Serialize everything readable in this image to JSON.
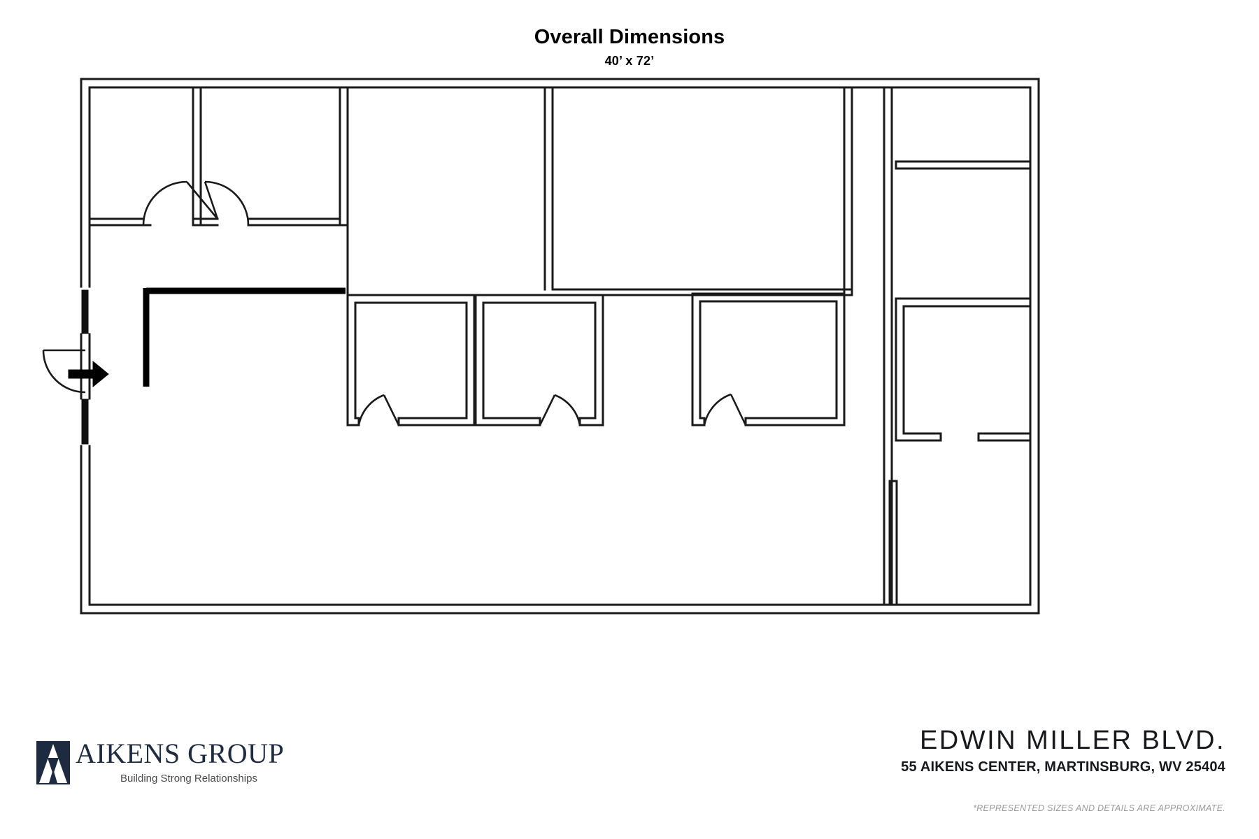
{
  "header": {
    "title": "Overall Dimensions",
    "dimensions": "40’ x 72’"
  },
  "plan": {
    "overall_width_ft": 72,
    "overall_depth_ft": 40,
    "entrance_label": "entrance-arrow",
    "line_color": "#1a1a1a",
    "fill_color": "#ffffff",
    "accent_color": "#000000"
  },
  "logo": {
    "name": "AIKENS GROUP",
    "tagline": "Building Strong Relationships",
    "mark_color": "#1d2a3f",
    "text_color": "#1d2a3f"
  },
  "address": {
    "street": "EDWIN MILLER BLVD.",
    "city_line": "55 AIKENS CENTER, MARTINSBURG, WV 25404",
    "disclaimer": "*REPRESENTED SIZES AND DETAILS ARE APPROXIMATE."
  }
}
